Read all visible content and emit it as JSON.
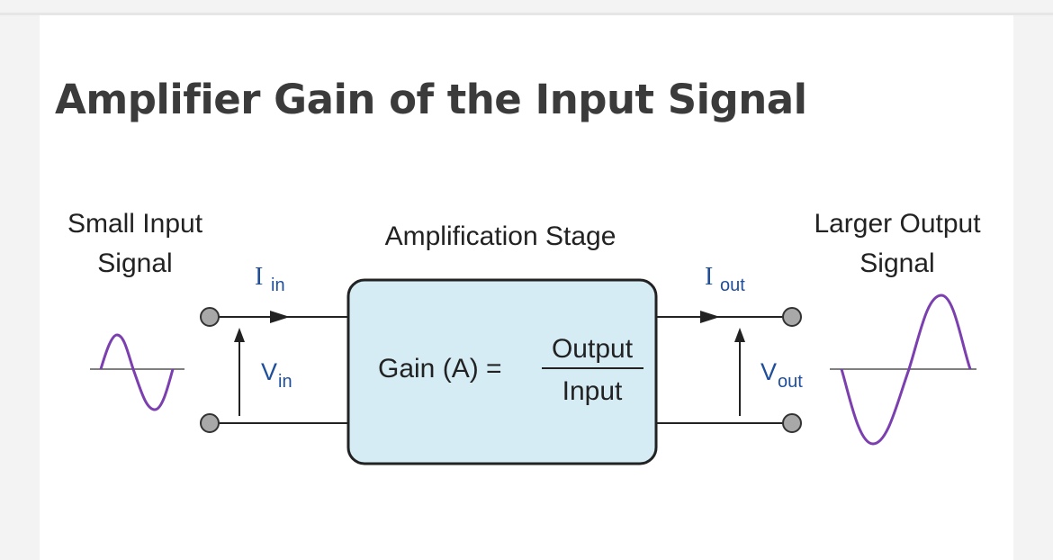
{
  "page": {
    "title": "Amplifier Gain of the Input Signal"
  },
  "diagram": {
    "input_label_line1": "Small Input",
    "input_label_line2": "Signal",
    "stage_label": "Amplification Stage",
    "output_label_line1": "Larger Output",
    "output_label_line2": "Signal",
    "input_current_symbol": "I",
    "input_current_subscript": "in",
    "output_current_symbol": "I",
    "output_current_subscript": "out",
    "input_voltage_symbol": "V",
    "input_voltage_subscript": "in",
    "output_voltage_symbol": "V",
    "output_voltage_subscript": "out",
    "gain_label": "Gain (A) =",
    "gain_numerator": "Output",
    "gain_denominator": "Input"
  },
  "colors": {
    "box_fill": "#d5ecf5",
    "wave": "#7b3fb0",
    "symbol": "#1f4e9a",
    "terminal": "#a8a8a8"
  }
}
